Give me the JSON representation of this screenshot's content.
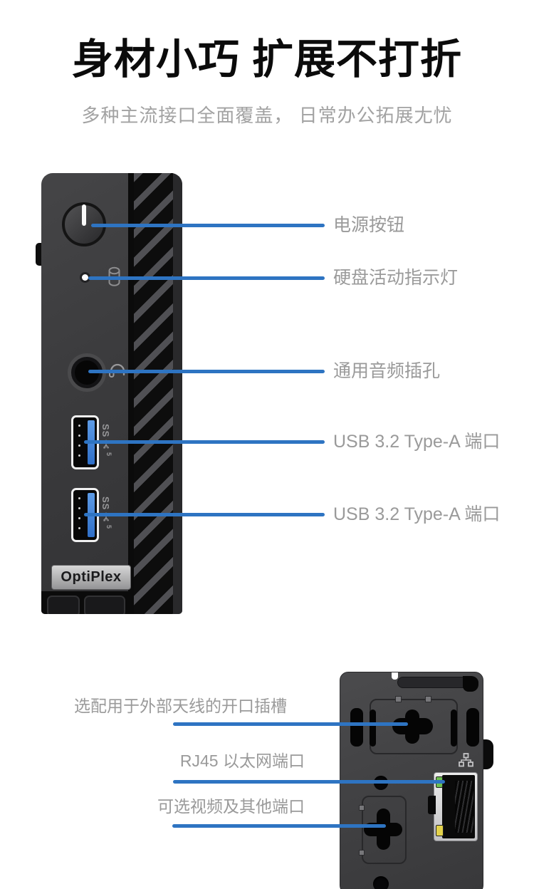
{
  "header": {
    "title": "身材小巧 扩展不打折",
    "subtitle": "多种主流接口全面覆盖， 日常办公拓展尢忧"
  },
  "front_callouts": [
    {
      "label": "电源按钮"
    },
    {
      "label": "硬盘活动指示灯"
    },
    {
      "label": "通用音频插孔"
    },
    {
      "label": "USB 3.2 Type-A 端口"
    },
    {
      "label": "USB 3.2 Type-A 端口"
    }
  ],
  "rear_callouts": [
    {
      "label": "选配用于外部天线的开口插槽"
    },
    {
      "label": "RJ45 以太网端口"
    },
    {
      "label": "可选视频及其他端口"
    }
  ],
  "device": {
    "badge_label": "OptiPlex",
    "usb_mark": "SS",
    "usb_speed": "5"
  },
  "colors": {
    "accent_line": "#2E74C2",
    "label_text": "#9A9A9A",
    "title_text": "#0B0B0B",
    "usb_blue": "#3D7FD6",
    "led_green": "#6DBF4E",
    "led_amber": "#E3D24B"
  }
}
